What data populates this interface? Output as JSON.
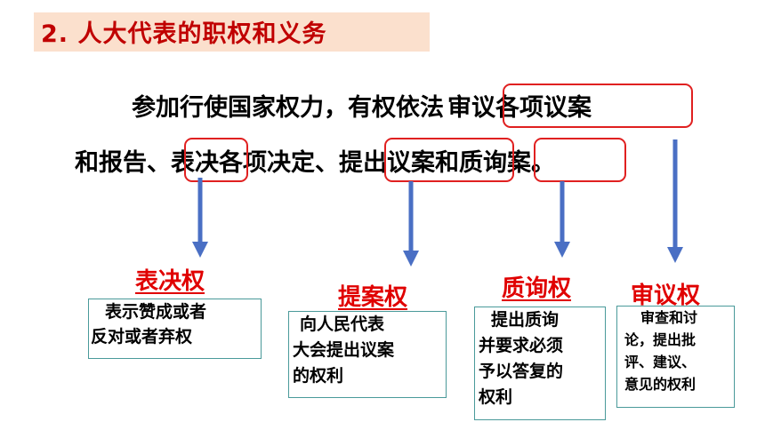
{
  "title": "2. 人大代表的职权和义务",
  "paragraph": {
    "line1_prefix": "参加行使国家权力，有权依法",
    "line1_hl": "审议各项议案",
    "line2_a": "和报告、",
    "line2_hl1": "表决",
    "line2_b": "各项决定、",
    "line2_hl2": "提出议案",
    "line2_c": "和",
    "line2_hl3": "质询案",
    "line2_end": "。"
  },
  "rights": [
    {
      "label": "表决权",
      "desc": [
        "表示赞成或者",
        "反对或者弃权"
      ]
    },
    {
      "label": "提案权",
      "desc": [
        "向人民代表",
        "大会提出议案",
        "的权利"
      ]
    },
    {
      "label": "质询权",
      "desc": [
        "提出质询",
        "并要求必须",
        "予以答复的",
        "权利"
      ]
    },
    {
      "label": "审议权",
      "desc": [
        "审查和讨",
        "论，提出批",
        "评、建议、",
        "意见的权利"
      ]
    }
  ],
  "colors": {
    "title_bg": "#fbe0cd",
    "title_text": "#c00000",
    "highlight": "#e02020",
    "label": "#e00000",
    "box_border": "#4a9a9a",
    "arrow": "#4a6fc4"
  }
}
